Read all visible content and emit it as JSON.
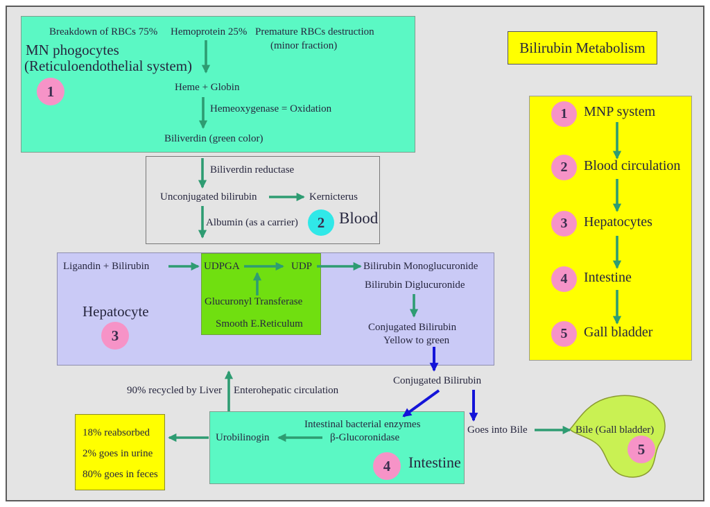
{
  "title": "Bilirubin Metabolism",
  "colors": {
    "background": "#e4e4e4",
    "mint_box": "#5bf8c4",
    "lavender_box": "#cacaf6",
    "inner_green_box": "#70df10",
    "yellow_box": "#ffff00",
    "pink_badge": "#f693c7",
    "cyan_badge": "#30e8e8",
    "green_arrow": "#2e9c72",
    "blue_arrow": "#1414d8",
    "bile_blob": "#c9f153",
    "text": "#26263e"
  },
  "mnp_box": {
    "breakdown": "Breakdown of RBCs 75%",
    "hemoprotein": "Hemoprotein 25%",
    "premature": "Premature RBCs destruction",
    "minor_fraction": "(minor fraction)",
    "heading1": "MN phogocytes",
    "heading2": "(Reticuloendothelial system)",
    "badge": "1",
    "heme_globin": "Heme + Globin",
    "oxidation": "Hemeoxygenase = Oxidation",
    "biliverdin": "Biliverdin (green color)"
  },
  "blood_box": {
    "reductase": "Biliverdin reductase",
    "unconjugated": "Unconjugated bilirubin",
    "kernicterus": "Kernicterus",
    "albumin": "Albumin (as a carrier)",
    "badge": "2",
    "label": "Blood"
  },
  "hepatocyte_box": {
    "ligandin": "Ligandin + Bilirubin",
    "udpga": "UDPGA",
    "udp": "UDP",
    "monoglucuronide": "Bilirubin Monoglucuronide",
    "diglucuronide": "Bilirubin Diglucuronide",
    "transferase": "Glucuronyl Transferase",
    "reticulum": "Smooth E.Reticulum",
    "label": "Hepatocyte",
    "badge": "3",
    "conjugated": "Conjugated Bilirubin",
    "yellow_to_green": "Yellow to green"
  },
  "middle": {
    "recycled": "90% recycled by Liver",
    "enterohepatic": "Enterohepatic circulation",
    "conjugated": "Conjugated Bilirubin",
    "goes_into_bile": "Goes into Bile"
  },
  "intestine_box": {
    "enzymes": "Intestinal bacterial enzymes",
    "glucoronidase": "β-Glucoronidase",
    "urobilinogin": "Urobilinogin",
    "badge": "4",
    "label": "Intestine"
  },
  "stats_box": {
    "line1": "18% reabsorbed",
    "line2": "2% goes in urine",
    "line3": "80% goes in feces"
  },
  "bile": {
    "label": "Bile  (Gall bladder)",
    "badge": "5"
  },
  "legend": {
    "items": [
      {
        "num": "1",
        "label": "MNP system"
      },
      {
        "num": "2",
        "label": "Blood circulation"
      },
      {
        "num": "3",
        "label": "Hepatocytes"
      },
      {
        "num": "4",
        "label": "Intestine"
      },
      {
        "num": "5",
        "label": "Gall bladder"
      }
    ]
  }
}
